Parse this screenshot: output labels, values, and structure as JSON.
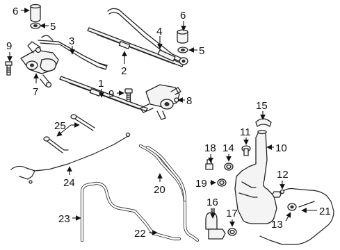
{
  "diagram": {
    "callouts": [
      {
        "id": "c6a",
        "text": "6"
      },
      {
        "id": "c5a",
        "text": "5"
      },
      {
        "id": "c3",
        "text": "3"
      },
      {
        "id": "c9a",
        "text": "9"
      },
      {
        "id": "c7",
        "text": "7"
      },
      {
        "id": "c2",
        "text": "2"
      },
      {
        "id": "c4",
        "text": "4"
      },
      {
        "id": "c6b",
        "text": "6"
      },
      {
        "id": "c5b",
        "text": "5"
      },
      {
        "id": "c1",
        "text": "1"
      },
      {
        "id": "c9b",
        "text": "9"
      },
      {
        "id": "c8",
        "text": "8"
      },
      {
        "id": "c15",
        "text": "15"
      },
      {
        "id": "c11",
        "text": "11"
      },
      {
        "id": "c10",
        "text": "10"
      },
      {
        "id": "c18",
        "text": "18"
      },
      {
        "id": "c14",
        "text": "14"
      },
      {
        "id": "c25",
        "text": "25"
      },
      {
        "id": "c12",
        "text": "12"
      },
      {
        "id": "c19",
        "text": "19"
      },
      {
        "id": "c20",
        "text": "20"
      },
      {
        "id": "c24",
        "text": "24"
      },
      {
        "id": "c16",
        "text": "16"
      },
      {
        "id": "c17",
        "text": "17"
      },
      {
        "id": "c13",
        "text": "13"
      },
      {
        "id": "c21",
        "text": "21"
      },
      {
        "id": "c23",
        "text": "23"
      },
      {
        "id": "c22",
        "text": "22"
      }
    ]
  }
}
